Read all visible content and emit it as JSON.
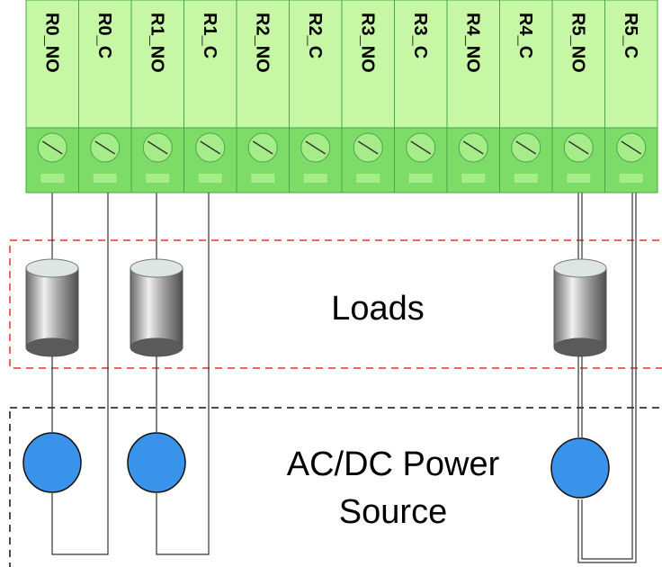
{
  "terminals": [
    {
      "label": "R0_NO"
    },
    {
      "label": "R0_C"
    },
    {
      "label": "R1_NO"
    },
    {
      "label": "R1_C"
    },
    {
      "label": "R2_NO"
    },
    {
      "label": "R2_C"
    },
    {
      "label": "R3_NO"
    },
    {
      "label": "R3_C"
    },
    {
      "label": "R4_NO"
    },
    {
      "label": "R4_C"
    },
    {
      "label": "R5_NO"
    },
    {
      "label": "R5_C"
    }
  ],
  "loads_box": {
    "label": "Loads",
    "border_color": "#e8302a"
  },
  "power_box": {
    "label_line1": "AC/DC Power",
    "label_line2": "Source",
    "border_color": "#111111"
  },
  "colors": {
    "terminal_light": "#c6f7a4",
    "terminal_dark": "#7ddc68",
    "terminal_outline": "#4aa54a",
    "screw_fill": "#a6ed8a",
    "source_fill": "#3a93ea"
  }
}
